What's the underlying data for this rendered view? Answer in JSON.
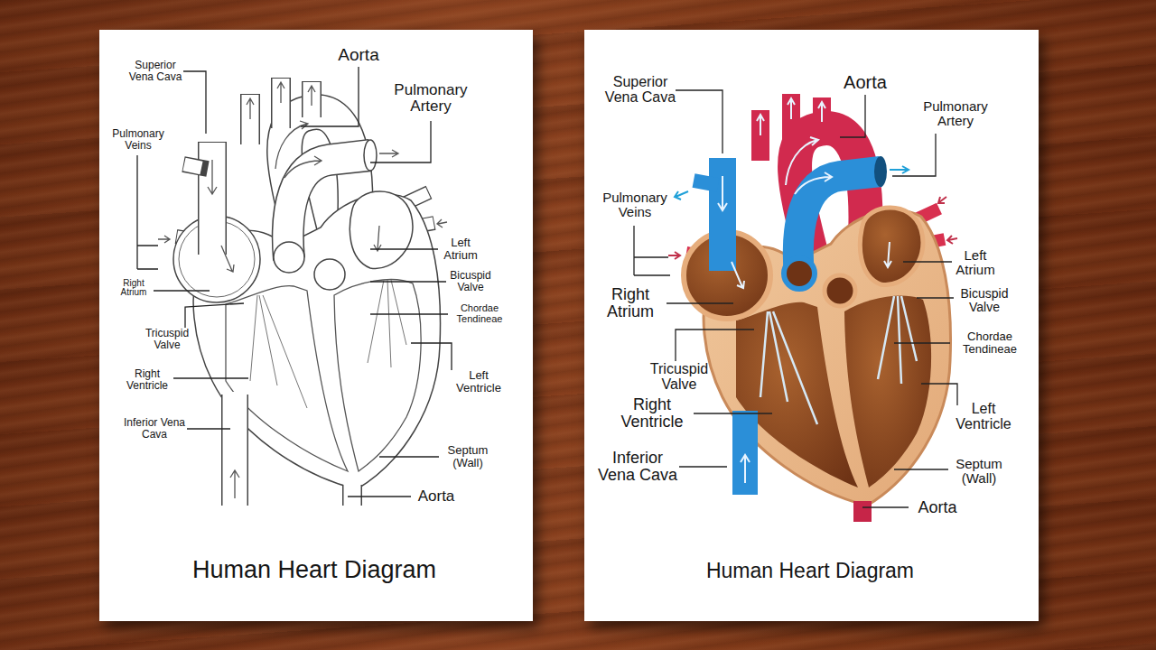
{
  "diagram": {
    "labels": [
      "Superior Vena Cava",
      "Aorta",
      "Pulmonary Artery",
      "Pulmonary Veins",
      "Left Atrium",
      "Right Atrium",
      "Bicuspid Valve",
      "Chordae Tendineae",
      "Tricuspid Valve",
      "Right Ventricle",
      "Left Ventricle",
      "Inferior Vena Cava",
      "Septum (Wall)",
      "Aorta",
      "Human Heart Diagram",
      "Superior Vena Cava",
      "Aorta",
      "Pulmonary Artery",
      "Pulmonary Veins",
      "Left Atrium",
      "Right Atrium",
      "Bicuspid Valve",
      "Chordae Tendineae",
      "Tricuspid Valve",
      "Right Ventricle",
      "Left Ventricle",
      "Inferior Vena Cava",
      "Septum (Wall)",
      "Aorta",
      "Human Heart Diagram"
    ]
  }
}
